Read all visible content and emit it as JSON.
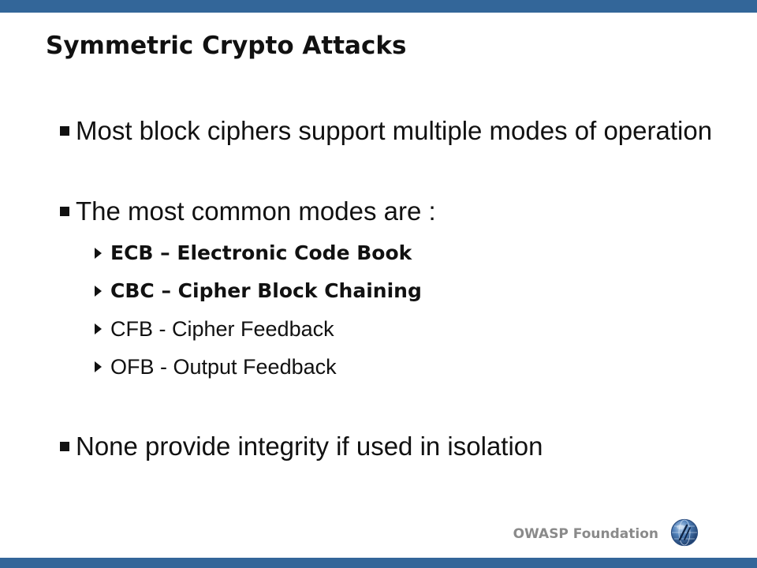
{
  "slide": {
    "title": "Symmetric Crypto Attacks",
    "bullets": [
      {
        "text": "Most block ciphers support multiple modes of operation"
      },
      {
        "text": "The most common modes are :"
      },
      {
        "text": "None provide integrity if used in isolation"
      }
    ],
    "modes": [
      {
        "text": "ECB – Electronic Code Book",
        "bold": true
      },
      {
        "text": "CBC – Cipher Block Chaining",
        "bold": true
      },
      {
        "text": "CFB - Cipher Feedback",
        "bold": false
      },
      {
        "text": "OFB - Output Feedback",
        "bold": false
      }
    ],
    "footer": "OWASP Foundation"
  },
  "colors": {
    "bar": "#336699",
    "text": "#111111",
    "footer": "#8a8a8a"
  },
  "icons": {
    "bullet": "square-bullet-icon",
    "sub_bullet": "triangle-bullet-icon",
    "logo": "owasp-globe-logo-icon"
  }
}
